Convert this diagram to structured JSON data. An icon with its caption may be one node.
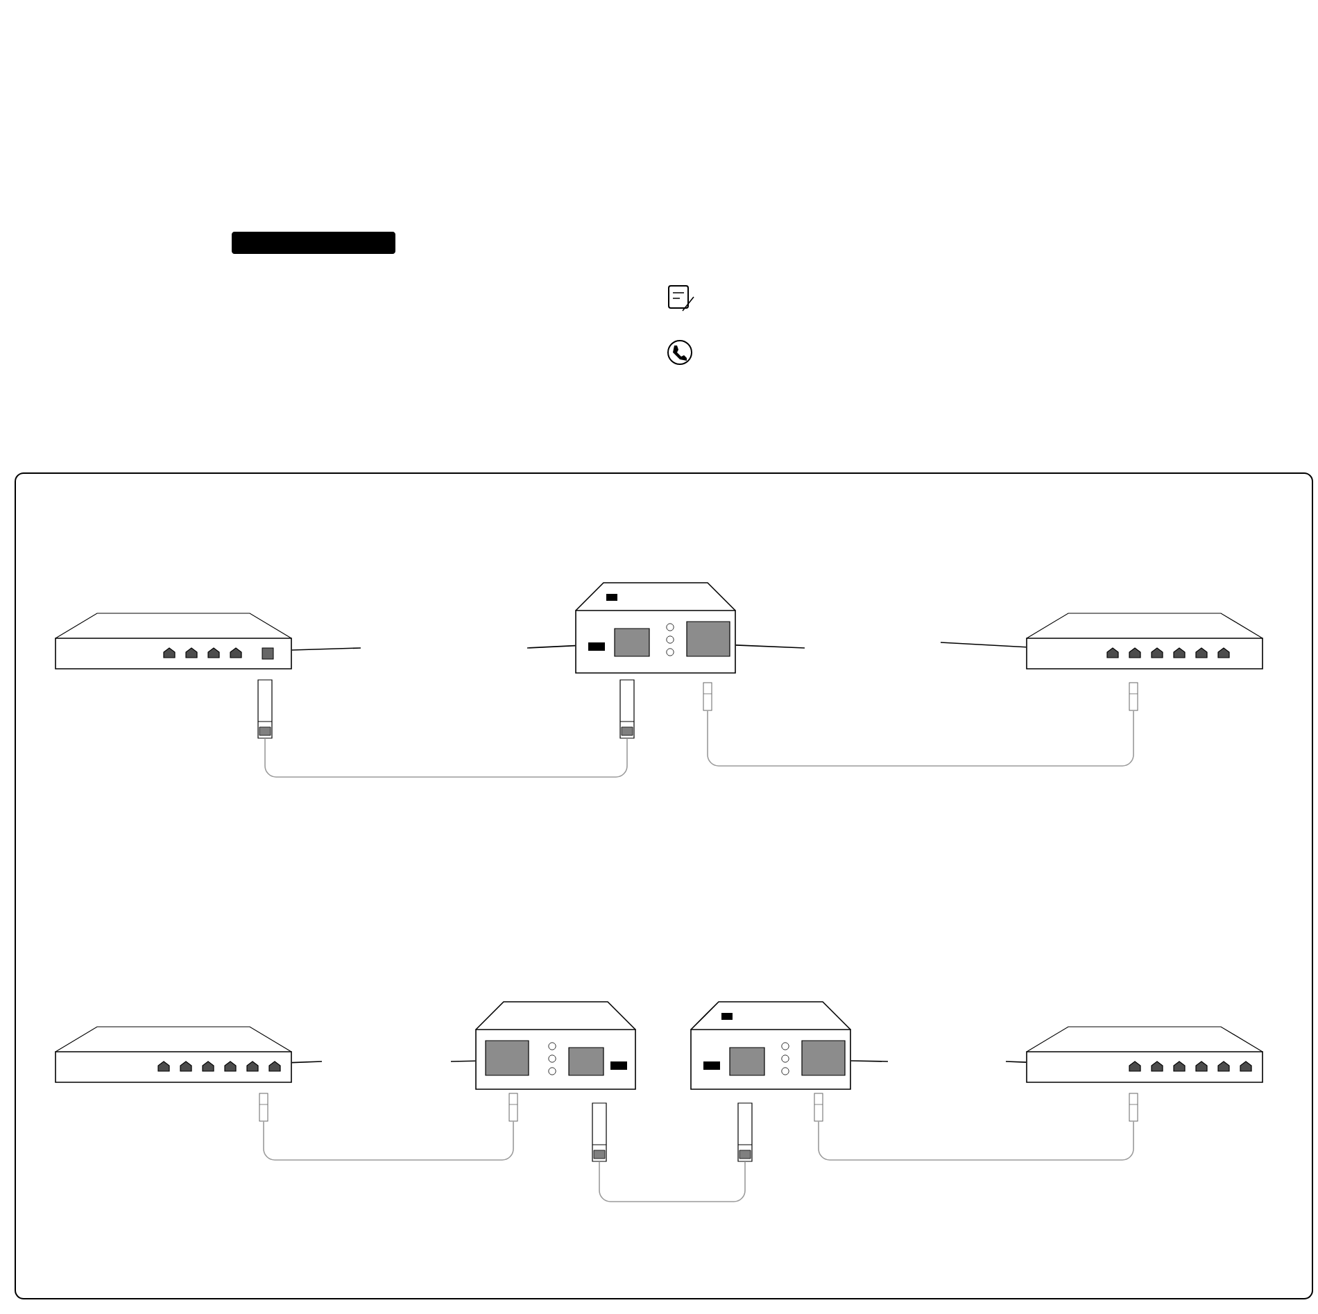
{
  "diagram": {
    "nodes": [
      {
        "text": [],
        "shape": "router"
      },
      {
        "text": [],
        "shape": "converter"
      },
      {
        "text": [],
        "shape": "router"
      },
      {
        "text": [],
        "shape": "transceiver"
      },
      {
        "text": [],
        "shape": "transceiver"
      },
      {
        "text": [],
        "shape": "plug"
      },
      {
        "text": [],
        "shape": "plug"
      },
      {
        "text": [],
        "shape": "router"
      },
      {
        "text": [],
        "shape": "converter"
      },
      {
        "text": [],
        "shape": "converter"
      },
      {
        "text": [],
        "shape": "router"
      },
      {
        "text": [],
        "shape": "plug"
      },
      {
        "text": [],
        "shape": "plug"
      },
      {
        "text": [],
        "shape": "transceiver"
      },
      {
        "text": [],
        "shape": "transceiver"
      },
      {
        "text": [],
        "shape": "plug"
      },
      {
        "text": [],
        "shape": "plug"
      },
      {
        "text": [],
        "shape": "bar"
      }
    ],
    "edges": [
      {
        "from": 3,
        "to": 4,
        "arrow": "none",
        "color": "#9a9a9a"
      },
      {
        "from": 5,
        "to": 6,
        "arrow": "none",
        "color": "#9a9a9a"
      },
      {
        "from": 11,
        "to": 12,
        "arrow": "none",
        "color": "#9a9a9a"
      },
      {
        "from": 13,
        "to": 14,
        "arrow": "none",
        "color": "#9a9a9a"
      },
      {
        "from": 15,
        "to": 16,
        "arrow": "none",
        "color": "#9a9a9a"
      },
      {
        "from": null,
        "to": 0,
        "arrow": "none"
      },
      {
        "from": null,
        "to": 1,
        "arrow": "none"
      },
      {
        "from": null,
        "to": 1,
        "arrow": "none"
      },
      {
        "from": null,
        "to": 2,
        "arrow": "none"
      },
      {
        "from": null,
        "to": 7,
        "arrow": "none"
      },
      {
        "from": null,
        "to": 8,
        "arrow": "none"
      },
      {
        "from": null,
        "to": 9,
        "arrow": "none"
      },
      {
        "from": null,
        "to": 10,
        "arrow": "none"
      }
    ]
  }
}
